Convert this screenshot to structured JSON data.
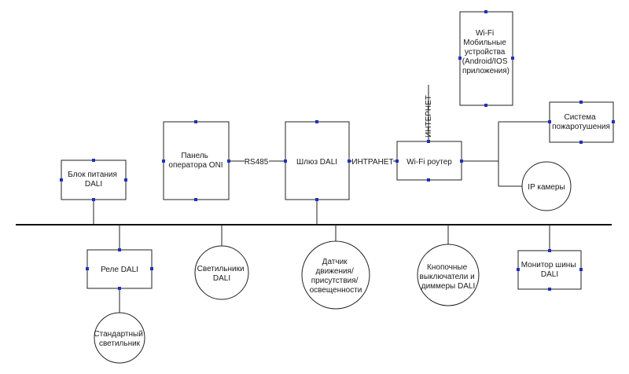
{
  "diagram": {
    "power_supply": {
      "lines": [
        "Блок питания",
        "DALI"
      ]
    },
    "operator_panel": {
      "lines": [
        "Панель",
        "оператора ONI"
      ]
    },
    "gateway": {
      "lines": [
        "Шлюз DALI"
      ]
    },
    "router": {
      "lines": [
        "Wi-Fi роутер"
      ]
    },
    "mobile": {
      "lines": [
        "Wi-Fi",
        "",
        "Мобильные",
        "устройства",
        "",
        "(Android/IOS",
        "приложения)"
      ]
    },
    "fire_system": {
      "lines": [
        "Система",
        "пожаротушения"
      ]
    },
    "ip_camera": {
      "lines": [
        "IP камеры"
      ]
    },
    "relay": {
      "lines": [
        "Реле DALI"
      ]
    },
    "standard_lamp": {
      "lines": [
        "Стандартный",
        "светильник"
      ]
    },
    "luminaires": {
      "lines": [
        "Светильники",
        "DALI"
      ]
    },
    "motion_sensor": {
      "lines": [
        "Датчик",
        "движения/",
        "присутствия/",
        "освещенности"
      ]
    },
    "push_switches": {
      "lines": [
        "Кнопочные",
        "выключатели и",
        "диммеры DALI"
      ]
    },
    "bus_monitor": {
      "lines": [
        "Монитор шины",
        "DALI"
      ]
    },
    "links": {
      "rs485": "RS485",
      "intranet": "ИНТРАНЕТ",
      "internet": "ИНТЕРНЕТ"
    },
    "colors": {
      "port": "#1f2fbf",
      "stroke": "#222222",
      "background": "#ffffff"
    }
  }
}
